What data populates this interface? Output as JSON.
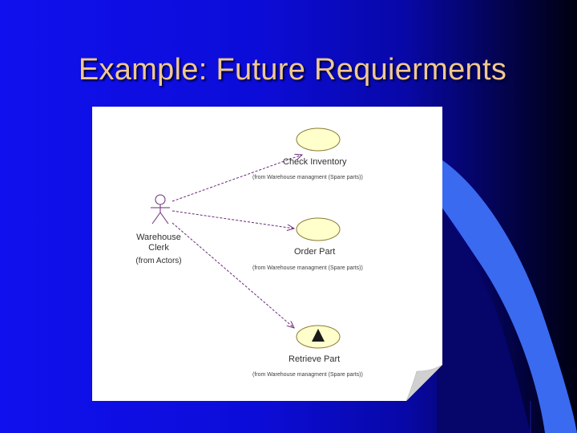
{
  "slide": {
    "title": "Example: Future Requierments"
  },
  "diagram": {
    "actor": {
      "name_line1": "Warehouse",
      "name_line2": "Clerk",
      "from": "(from Actors)"
    },
    "use_cases": [
      {
        "name": "Check Inventory",
        "from": "(from Warehouse managment (Spare parts))"
      },
      {
        "name": "Order Part",
        "from": "(from Warehouse managment (Spare parts))"
      },
      {
        "name": "Retrieve Part",
        "from": "(from Warehouse managment (Spare parts))"
      }
    ]
  },
  "colors": {
    "background_start": "#1010ee",
    "background_end": "#000010",
    "title": "#f0c890",
    "use_case_fill": "#ffffcc",
    "arrow": "#6a2a7a",
    "deco_light": "#3a6af0"
  }
}
